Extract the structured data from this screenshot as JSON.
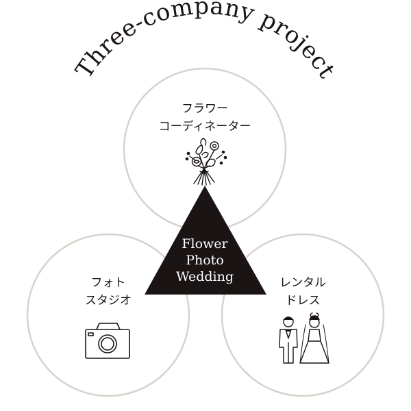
{
  "title": "Three-company project",
  "center": {
    "lines": [
      "Flower",
      "Photo",
      "Wedding"
    ]
  },
  "top_node": {
    "line1": "フラワー",
    "line2": "コーディネーター",
    "icon": "bouquet-icon"
  },
  "left_node": {
    "line1": "フォト",
    "line2": "スタジオ",
    "icon": "camera-icon"
  },
  "right_node": {
    "line1": "レンタル",
    "line2": "ドレス",
    "icon": "wedding-couple-icon"
  },
  "colors": {
    "circle_stroke": "#d8d2cc",
    "ink": "#1a1414",
    "triangle_text": "#ffffff"
  }
}
